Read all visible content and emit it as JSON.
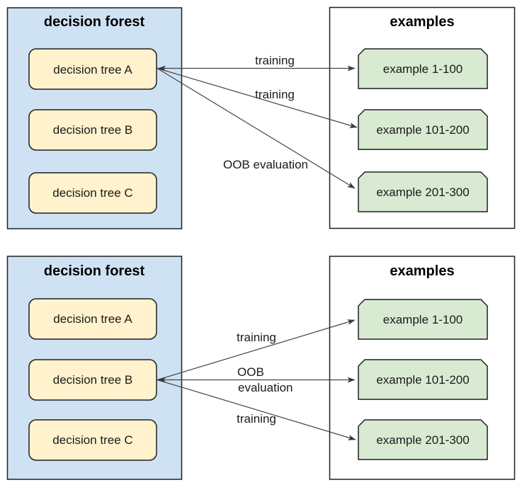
{
  "colors": {
    "background": "#ffffff",
    "forest_fill": "#cfe2f3",
    "tree_fill": "#fff2cc",
    "examples_fill": "#ffffff",
    "example_fill": "#d9ead3",
    "border": "#1f1f1f",
    "connector": "#444444",
    "text": "#1a1a1a"
  },
  "panels": [
    {
      "forest": {
        "title": "decision forest",
        "trees": [
          {
            "label": "decision tree A"
          },
          {
            "label": "decision tree B"
          },
          {
            "label": "decision tree C"
          }
        ]
      },
      "examples": {
        "title": "examples",
        "items": [
          {
            "label": "example 1-100"
          },
          {
            "label": "example 101-200"
          },
          {
            "label": "example 201-300"
          }
        ]
      },
      "active_tree": "decision tree A",
      "connectors": [
        {
          "label": "training",
          "from": "decision tree A",
          "to": "example 1-100",
          "heads": "both"
        },
        {
          "label": "training",
          "from": "decision tree A",
          "to": "example 101-200",
          "heads": "end"
        },
        {
          "label": "OOB evaluation",
          "from": "decision tree A",
          "to": "example 201-300",
          "heads": "end"
        }
      ]
    },
    {
      "forest": {
        "title": "decision forest",
        "trees": [
          {
            "label": "decision tree A"
          },
          {
            "label": "decision tree B"
          },
          {
            "label": "decision tree C"
          }
        ]
      },
      "examples": {
        "title": "examples",
        "items": [
          {
            "label": "example 1-100"
          },
          {
            "label": "example 101-200"
          },
          {
            "label": "example 201-300"
          }
        ]
      },
      "active_tree": "decision tree B",
      "connectors": [
        {
          "label": "training",
          "from": "decision tree B",
          "to": "example 1-100",
          "heads": "end"
        },
        {
          "label": "OOB evaluation",
          "label_lines": [
            "OOB",
            "evaluation"
          ],
          "from": "decision tree B",
          "to": "example 101-200",
          "heads": "both"
        },
        {
          "label": "training",
          "from": "decision tree B",
          "to": "example 201-300",
          "heads": "end"
        }
      ]
    }
  ]
}
